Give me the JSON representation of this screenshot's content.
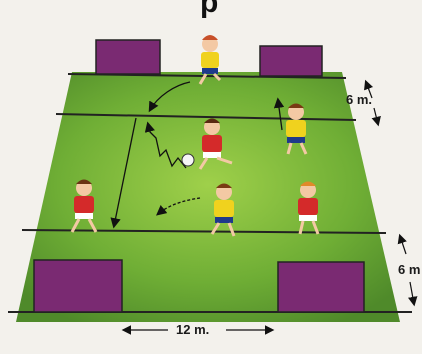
{
  "heading_fragment": "p",
  "measurements": {
    "top_zone_depth": "6 m.",
    "bottom_zone_depth": "6 m",
    "width": "12 m."
  },
  "colors": {
    "background": "#f3f1ec",
    "field": "#5e9b2f",
    "field_light": "#8cc63f",
    "lines": "#2b2b2b",
    "goal": "#7a2a72",
    "shirt_red": "#d42a2a",
    "shirt_yellow": "#f0d21e",
    "shorts_blue": "#1f3a8a"
  },
  "players": [
    {
      "id": "top-goal-runner",
      "shirt": "yellow"
    },
    {
      "id": "dribbler",
      "shirt": "red"
    },
    {
      "id": "upper-right-defender",
      "shirt": "yellow"
    },
    {
      "id": "left-receiver",
      "shirt": "red"
    },
    {
      "id": "bottom-center-runner",
      "shirt": "yellow"
    },
    {
      "id": "bottom-right-player",
      "shirt": "red"
    }
  ]
}
